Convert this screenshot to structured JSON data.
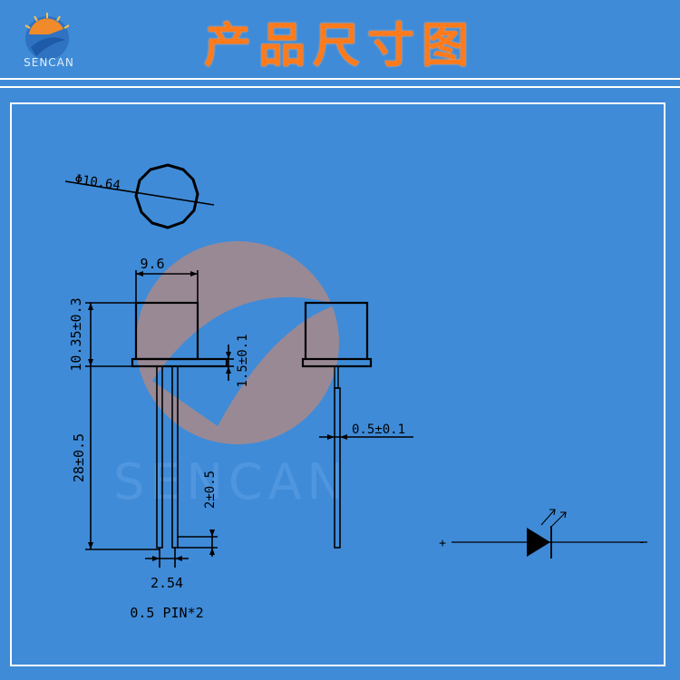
{
  "header": {
    "title": "产品尺寸图",
    "logo_text": "SENCAN"
  },
  "watermark": {
    "text": "SENCAN"
  },
  "dimensions": {
    "diameter": "Φ10.64",
    "width": "9.6",
    "body_height": "10.35±0.3",
    "flange": "1.5±0.1",
    "lead_length": "28±0.5",
    "lead_gap": "2±0.5",
    "lead_thickness": "0.5±0.1",
    "pitch": "2.54",
    "pins": "0.5 PIN*2"
  },
  "symbol": {
    "plus": "+",
    "minus": "-"
  },
  "colors": {
    "background": "#3f8bd8",
    "title": "#ff7a1a",
    "lines": "#000000"
  }
}
